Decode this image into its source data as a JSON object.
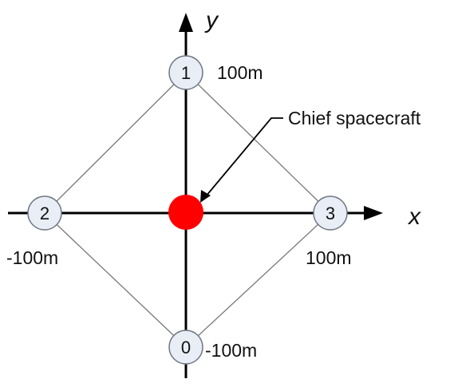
{
  "axes": {
    "x_label": "x",
    "y_label": "y"
  },
  "nodes": [
    {
      "id": "0",
      "distance_label": "-100m"
    },
    {
      "id": "1",
      "distance_label": "100m"
    },
    {
      "id": "2",
      "distance_label": "-100m"
    },
    {
      "id": "3",
      "distance_label": "100m"
    }
  ],
  "chief": {
    "label": "Chief spacecraft",
    "color": "#ff0000"
  },
  "colors": {
    "node_fill": "#e8edf6",
    "node_stroke": "#6f7782",
    "axis": "#000000",
    "edge": "#777777"
  }
}
